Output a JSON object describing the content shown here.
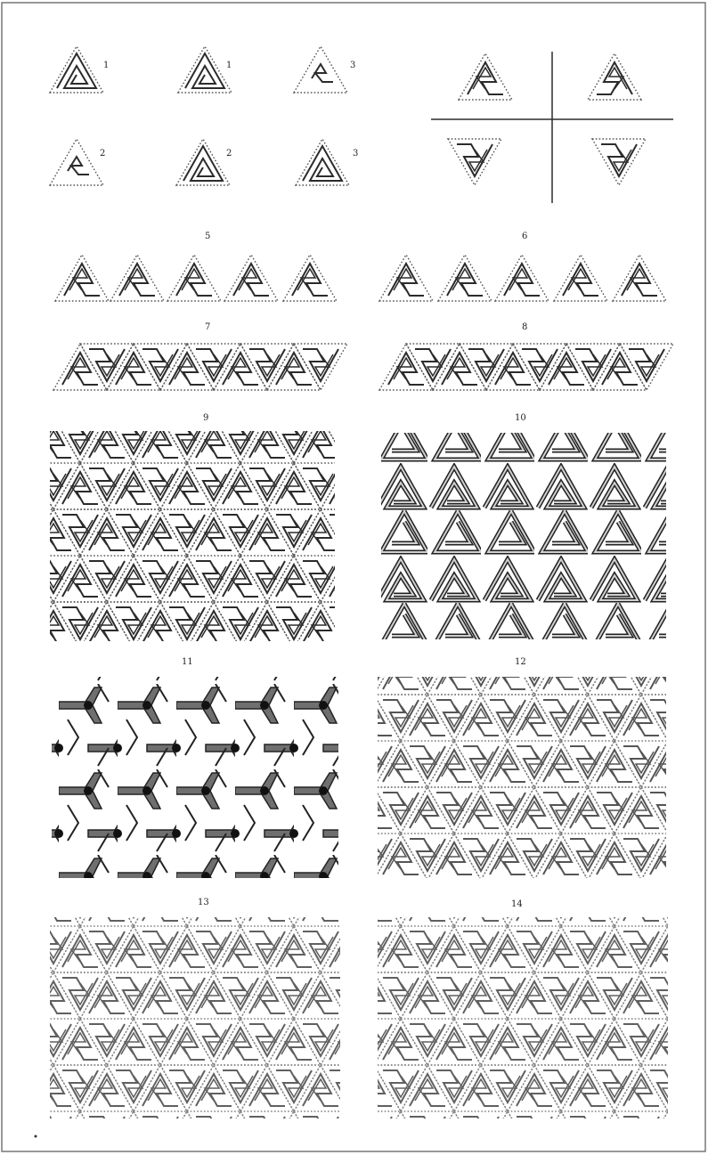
{
  "labels": {
    "top": [
      {
        "id": "a",
        "text": "1"
      },
      {
        "id": "b",
        "text": "1"
      },
      {
        "id": "c",
        "text": "3"
      },
      {
        "id": "d",
        "text": "2"
      },
      {
        "id": "e",
        "text": "2"
      },
      {
        "id": "f",
        "text": "3"
      }
    ],
    "fig5": "5",
    "fig6": "6",
    "fig7": "7",
    "fig8": "8",
    "fig9": "9",
    "fig10": "10",
    "fig11": "11",
    "fig12": "12",
    "fig13": "13",
    "fig14": "14"
  },
  "colors": {
    "line": "#2b2b2b",
    "dotted": "#555555",
    "dark_fill": "#4a4a4a",
    "mid_fill": "#8a8a8a",
    "light_fill": "#cfcfcf"
  }
}
